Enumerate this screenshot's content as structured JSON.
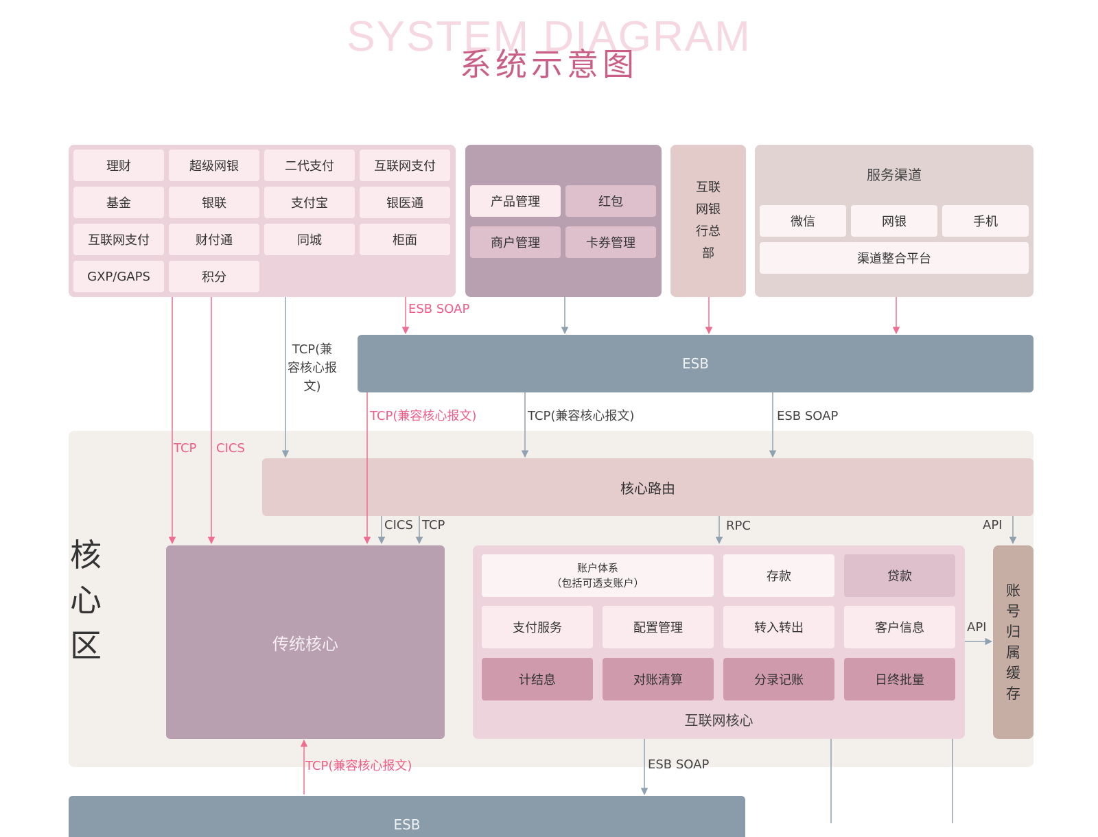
{
  "header": {
    "title_en": "SYSTEM DIAGRAM",
    "title_cn": "系统示意图"
  },
  "channels_left": {
    "rows": [
      [
        "理财",
        "超级网银",
        "二代支付",
        "互联网支付"
      ],
      [
        "基金",
        "银联",
        "支付宝",
        "银医通"
      ],
      [
        "互联网支付",
        "财付通",
        "同城",
        "柜面"
      ],
      [
        "GXP/GAPS",
        "积分"
      ]
    ]
  },
  "product_panel": {
    "items": [
      "产品管理",
      "红包",
      "商户管理",
      "卡券管理"
    ]
  },
  "hq_panel": {
    "lines": [
      "互联",
      "网银",
      "行总",
      "部"
    ]
  },
  "service_panel": {
    "title": "服务渠道",
    "items": [
      "微信",
      "网银",
      "手机"
    ],
    "platform": "渠道整合平台"
  },
  "esb_top": "ESB",
  "esb_bottom": "ESB",
  "core_zone": {
    "label": [
      "核",
      "心",
      "区"
    ]
  },
  "core_router": "核心路由",
  "traditional_core": "传统核心",
  "internet_core": {
    "title": "互联网核心",
    "account_system": [
      "账户体系",
      "（包括可透支账户）"
    ],
    "deposit": "存款",
    "loan": "贷款",
    "row2": [
      "支付服务",
      "配置管理",
      "转入转出",
      "客户信息"
    ],
    "row3": [
      "计结息",
      "对账清算",
      "分录记账",
      "日终批量"
    ]
  },
  "account_cache": [
    "账",
    "号",
    "归",
    "属",
    "缓",
    "存"
  ],
  "edge_labels": {
    "esb_soap_1": "ESB SOAP",
    "tcp_compat_vertical": [
      "TCP(兼",
      "容核心报",
      "文)"
    ],
    "tcp_compat_pink": "TCP(兼容核心报文)",
    "tcp_compat_gray": "TCP(兼容核心报文)",
    "esb_soap_2": "ESB SOAP",
    "tcp": "TCP",
    "cics": "CICS",
    "cics_2": "CICS",
    "tcp_2": "TCP",
    "rpc": "RPC",
    "api_1": "API",
    "api_2": "API",
    "tcp_compat_bottom": "TCP(兼容核心报文)",
    "esb_soap_3": "ESB SOAP"
  },
  "colors": {
    "pink_line": "#ee6d90",
    "gray_line": "#8fa0ae",
    "esb_bar": "#8a9ba9",
    "title_pink": "#c95f86"
  }
}
